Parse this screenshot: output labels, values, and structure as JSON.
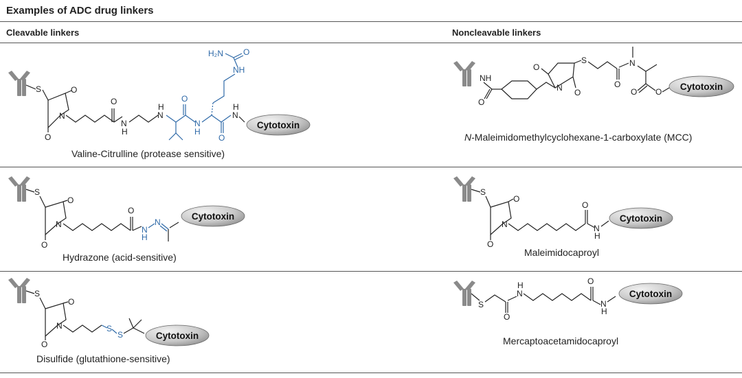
{
  "title": "Examples of ADC drug linkers",
  "columns": {
    "left": "Cleavable linkers",
    "right": "Noncleavable linkers"
  },
  "payload_label": "Cytotoxin",
  "atoms": {
    "N": "N",
    "O": "O",
    "S": "S",
    "H": "H",
    "NH": "NH",
    "H2N": "H₂N"
  },
  "linkers": {
    "valcit": {
      "caption": "Valine-Citrulline (protease sensitive)"
    },
    "mcc": {
      "caption_italic": "N",
      "caption": "-Maleimidomethylcyclohexane-1-carboxylate (MCC)"
    },
    "hydrazone": {
      "caption": "Hydrazone (acid-sensitive)"
    },
    "maleimidocaproyl": {
      "caption": "Maleimidocaproyl"
    },
    "disulfide": {
      "caption": "Disulfide (glutathione-sensitive)"
    },
    "mercapto": {
      "caption": "Mercaptoacetamidocaproyl"
    }
  },
  "colors": {
    "highlight": "#2f6aa8",
    "antibody": "#8a8a8a",
    "rule": "#555555"
  }
}
